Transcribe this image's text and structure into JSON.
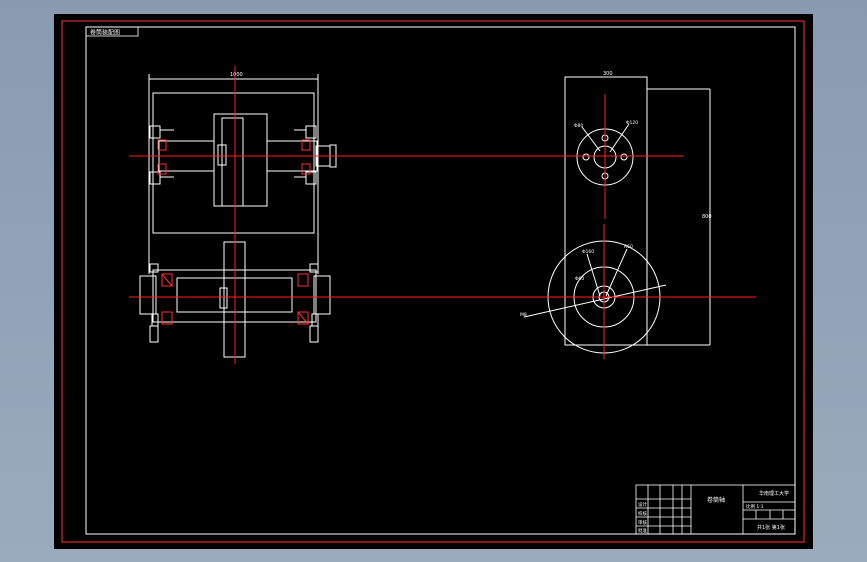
{
  "colors": {
    "background": "#000000",
    "frame": "#ff3333",
    "line": "#ffffff",
    "centerline": "#ff2020",
    "window": "#8fa0b5"
  },
  "drawing": {
    "corner_label": "卷筒装配图",
    "left_view": {
      "top_dim": "1000"
    },
    "right_view": {
      "top_dim": "300",
      "side_dim": "800",
      "labels": [
        "Φ80",
        "Φ120",
        "Φ160",
        "R50",
        "Φ60",
        "M8"
      ]
    },
    "title_block": {
      "part_name": "卷筒轴",
      "school": "华南理工大学",
      "scale": "比例 1:1",
      "sheet": "共1张 第1张",
      "rows": [
        "设计",
        "校核",
        "审核",
        "批准"
      ]
    }
  }
}
